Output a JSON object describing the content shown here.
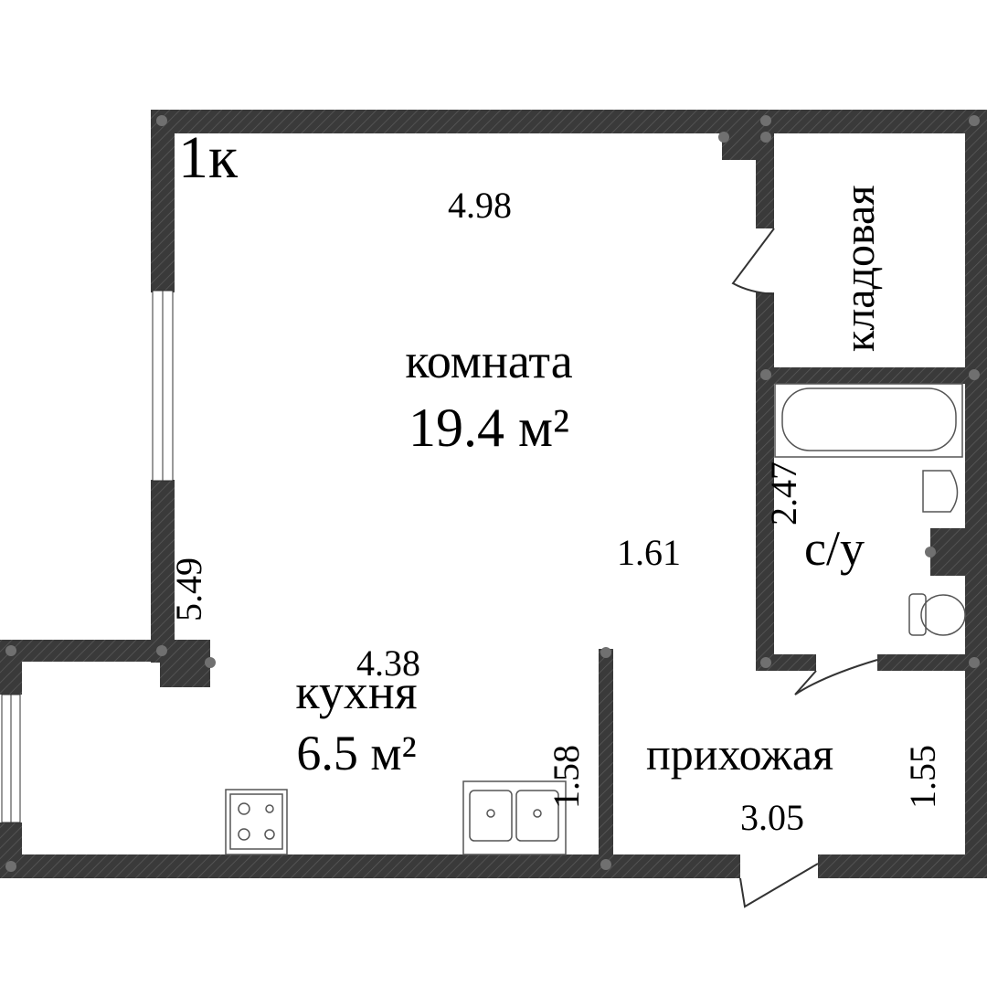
{
  "plan": {
    "type_label": "1к",
    "wall_color": "#3a3a3a",
    "joint_color": "#707070",
    "rooms": [
      {
        "id": "room",
        "name": "комната",
        "area": "19.4 м²"
      },
      {
        "id": "kitchen",
        "name": "кухня",
        "area": "6.5 м²"
      },
      {
        "id": "storage",
        "name": "кладовая"
      },
      {
        "id": "bathroom",
        "name": "с/у"
      },
      {
        "id": "hallway",
        "name": "прихожая"
      }
    ],
    "dimensions": {
      "room_width": "4.98",
      "room_height": "5.49",
      "room_inner": "1.61",
      "kitchen_width": "4.38",
      "kitchen_height": "1.58",
      "bathroom_height": "2.47",
      "hallway_width": "3.05",
      "hallway_height": "1.55"
    },
    "fixtures": [
      "stove-icon",
      "double-sink-icon",
      "bathtub-icon",
      "washbasin-icon",
      "toilet-icon",
      "window-icon",
      "door-icon"
    ]
  }
}
